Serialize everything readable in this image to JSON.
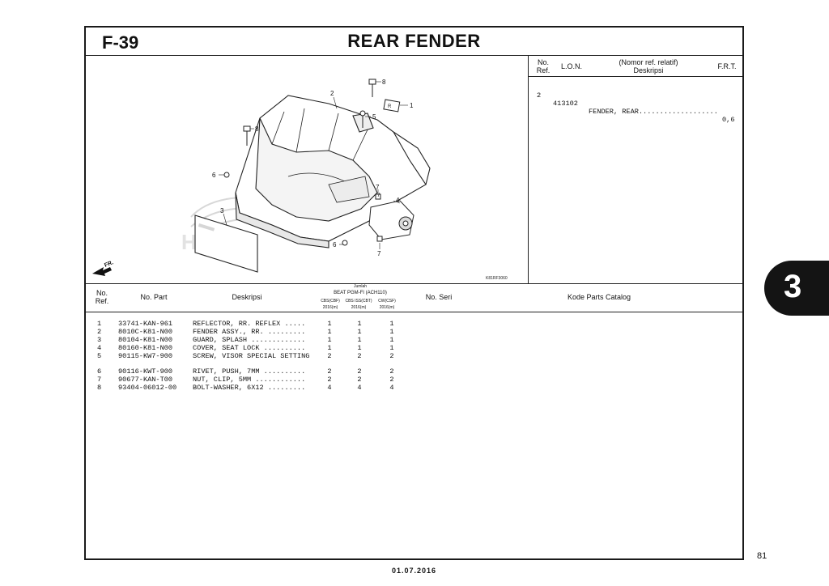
{
  "page": {
    "code": "F-39",
    "title": "REAR FENDER",
    "section_tab": "3",
    "page_number": "81",
    "date": "01.07.2016"
  },
  "diagram": {
    "image_code": "K81RF3060",
    "fr_label": "FR.",
    "callouts": [
      "1",
      "2",
      "3",
      "4",
      "5",
      "6",
      "6",
      "7",
      "7",
      "8",
      "8"
    ]
  },
  "lon_table": {
    "headers": {
      "no_ref": "No.\nRef.",
      "lon": "L.O.N.",
      "deskripsi_top": "(Nomor ref. relatif)",
      "deskripsi": "Deskripsi",
      "frt": "F.R.T."
    },
    "rows": [
      {
        "ref": "2",
        "lon": "413102",
        "desc": "FENDER, REAR...................",
        "frt": "0,6"
      }
    ]
  },
  "parts_table": {
    "headers": {
      "no_ref": "No.\nRef.",
      "no_part": "No. Part",
      "deskripsi": "Deskripsi",
      "jumlah": "Jumlah",
      "model": "BEAT PGM-FI (ACH110)",
      "variants": [
        "CBS(CBF)",
        "CBS ISS(CBT)",
        "CW(CSF)"
      ],
      "years": [
        "2016(m)",
        "2016(m)",
        "2016(m)"
      ],
      "no_seri": "No. Seri",
      "kode": "Kode Parts Catalog"
    },
    "rows": [
      {
        "ref": "1",
        "part": "33741-KAN-961",
        "desc": "REFLECTOR, RR. REFLEX .....",
        "q": [
          "1",
          "1",
          "1"
        ]
      },
      {
        "ref": "2",
        "part": "8010C-K81-N00",
        "desc": "FENDER ASSY., RR. .........",
        "q": [
          "1",
          "1",
          "1"
        ]
      },
      {
        "ref": "3",
        "part": "80104-K81-N00",
        "desc": "GUARD, SPLASH .............",
        "q": [
          "1",
          "1",
          "1"
        ]
      },
      {
        "ref": "4",
        "part": "80160-K81-N00",
        "desc": "COVER, SEAT LOCK ..........",
        "q": [
          "1",
          "1",
          "1"
        ]
      },
      {
        "ref": "5",
        "part": "90115-KW7-900",
        "desc": "SCREW, VISOR SPECIAL SETTING",
        "q": [
          "2",
          "2",
          "2"
        ]
      },
      {
        "ref": "6",
        "part": "90116-KWT-900",
        "desc": "RIVET, PUSH, 7MM ..........",
        "q": [
          "2",
          "2",
          "2"
        ]
      },
      {
        "ref": "7",
        "part": "90677-KAN-T00",
        "desc": "NUT, CLIP, 5MM ............",
        "q": [
          "2",
          "2",
          "2"
        ]
      },
      {
        "ref": "8",
        "part": "93404-06012-00",
        "desc": "BOLT-WASHER, 6X12 .........",
        "q": [
          "4",
          "4",
          "4"
        ]
      }
    ]
  }
}
